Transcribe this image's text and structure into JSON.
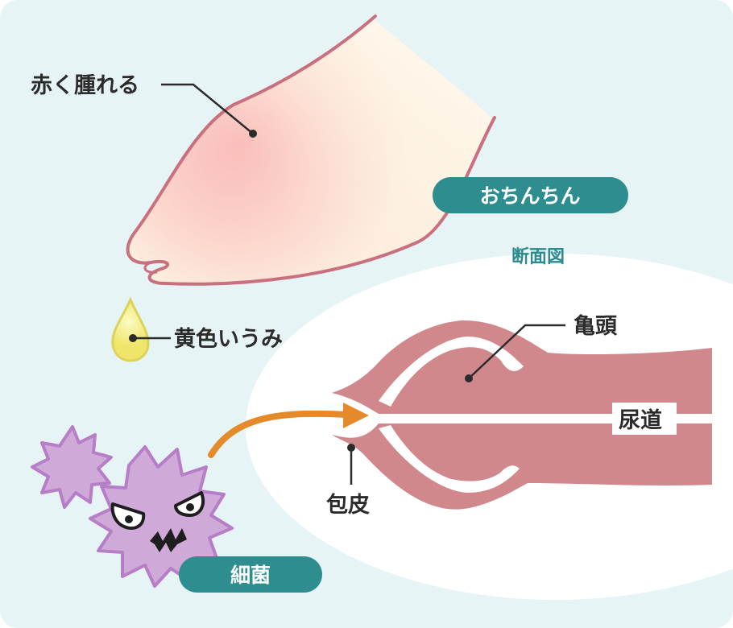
{
  "labels": {
    "redness": "赤く腫れる",
    "penis": "おちんちん",
    "cross_section": "断面図",
    "pus": "黄色いうみ",
    "glans": "亀頭",
    "urethra": "尿道",
    "foreskin": "包皮",
    "bacteria": "細菌"
  },
  "colors": {
    "background": "#e6f4f6",
    "skin_outline": "#c9707e",
    "inflamed": "#f8a0a3",
    "tissue": "#d0888c",
    "badge": "#2e8e8f",
    "pus": "#f2ec7a",
    "bacteria": "#cfaad9",
    "arrow": "#e58a2a"
  },
  "icons": [
    "pus-droplet-icon",
    "bacteria-icon",
    "arrow-icon"
  ]
}
